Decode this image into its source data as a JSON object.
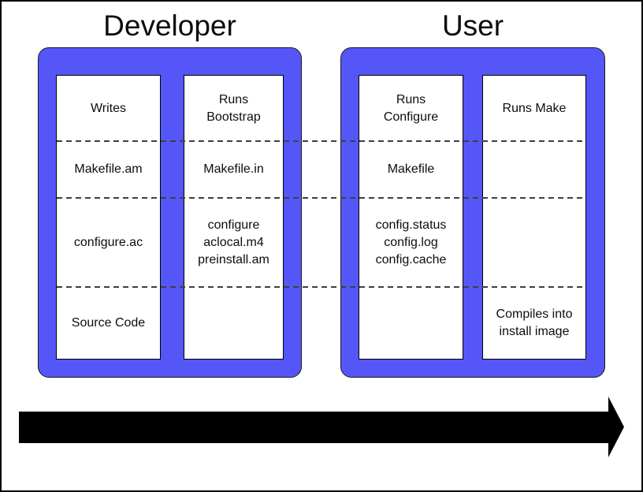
{
  "diagram": {
    "groups": [
      {
        "title": "Developer",
        "columns": [
          {
            "name": "writes",
            "cells": [
              "Writes",
              "Makefile.am",
              "configure.ac",
              "Source Code"
            ]
          },
          {
            "name": "bootstrap",
            "cells": [
              "Runs\nBootstrap",
              "Makefile.in",
              "configure\naclocal.m4\npreinstall.am",
              ""
            ]
          }
        ]
      },
      {
        "title": "User",
        "columns": [
          {
            "name": "configure",
            "cells": [
              "Runs\nConfigure",
              "Makefile",
              "config.status\nconfig.log\nconfig.cache",
              ""
            ]
          },
          {
            "name": "make",
            "cells": [
              "Runs Make",
              "",
              "",
              "Compiles into\ninstall image"
            ]
          }
        ]
      }
    ],
    "row_count": 4
  },
  "colors": {
    "panel_blue": "#5456f8",
    "panel_border": "#1b1b1b",
    "column_border": "#000000",
    "dash_gray": "#3f3f3f",
    "arrow_black": "#000000"
  }
}
